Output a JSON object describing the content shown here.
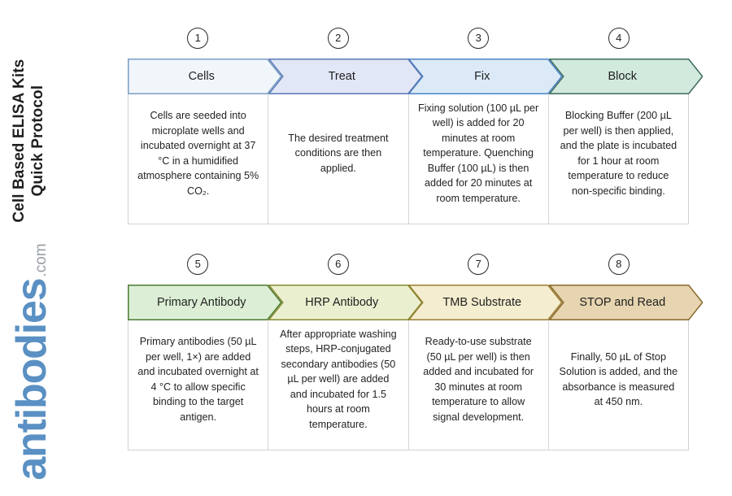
{
  "title": {
    "line1": "Cell Based ELISA Kits",
    "line2": "Quick Protocol"
  },
  "brand": {
    "name": "antibodies",
    "tld": ".com"
  },
  "rows": [
    {
      "steps": [
        {
          "number": "1",
          "label": "Cells",
          "body": "Cells are seeded into microplate wells and incubated overnight at 37 °C in a humidified atmosphere containing 5% CO₂.",
          "fill": "#f1f6fb",
          "stroke": "#7a9ec4"
        },
        {
          "number": "2",
          "label": "Treat",
          "body": "The desired treatment conditions are then applied.",
          "fill": "#e2e7f7",
          "stroke": "#5b79b5"
        },
        {
          "number": "3",
          "label": "Fix",
          "body": "Fixing solution (100 µL per well) is added for 20 minutes at room temperature. Quenching Buffer (100 µL) is then added for 20 minutes at room temperature.",
          "fill": "#dceaf8",
          "stroke": "#4a84c4"
        },
        {
          "number": "4",
          "label": "Block",
          "body": "Blocking Buffer (200 µL per well) is then applied, and the plate is incubated for 1 hour at room temperature to reduce non-specific binding.",
          "fill": "#d2eade",
          "stroke": "#3c6b5d"
        }
      ]
    },
    {
      "steps": [
        {
          "number": "5",
          "label": "Primary Antibody",
          "body": "Primary antibodies (50 µL per well, 1×) are added and incubated overnight at 4 °C to allow specific binding to the target antigen.",
          "fill": "#dcefd6",
          "stroke": "#4c7a33"
        },
        {
          "number": "6",
          "label": "HRP Antibody",
          "body": "After appropriate washing steps, HRP-conjugated secondary antibodies (50 µL per well) are added and incubated for 1.5 hours at room temperature.",
          "fill": "#eaf0cf",
          "stroke": "#8a8a33"
        },
        {
          "number": "7",
          "label": "TMB Substrate",
          "body": "Ready-to-use substrate (50 µL per well) is then added and incubated for 30 minutes at room temperature to allow signal development.",
          "fill": "#f4edcf",
          "stroke": "#9b7d33"
        },
        {
          "number": "8",
          "label": "STOP and Read",
          "body": "Finally, 50 µL of Stop Solution is added, and the absorbance is measured at 450 nm.",
          "fill": "#e6d5b0",
          "stroke": "#8a6a2e"
        }
      ]
    }
  ]
}
